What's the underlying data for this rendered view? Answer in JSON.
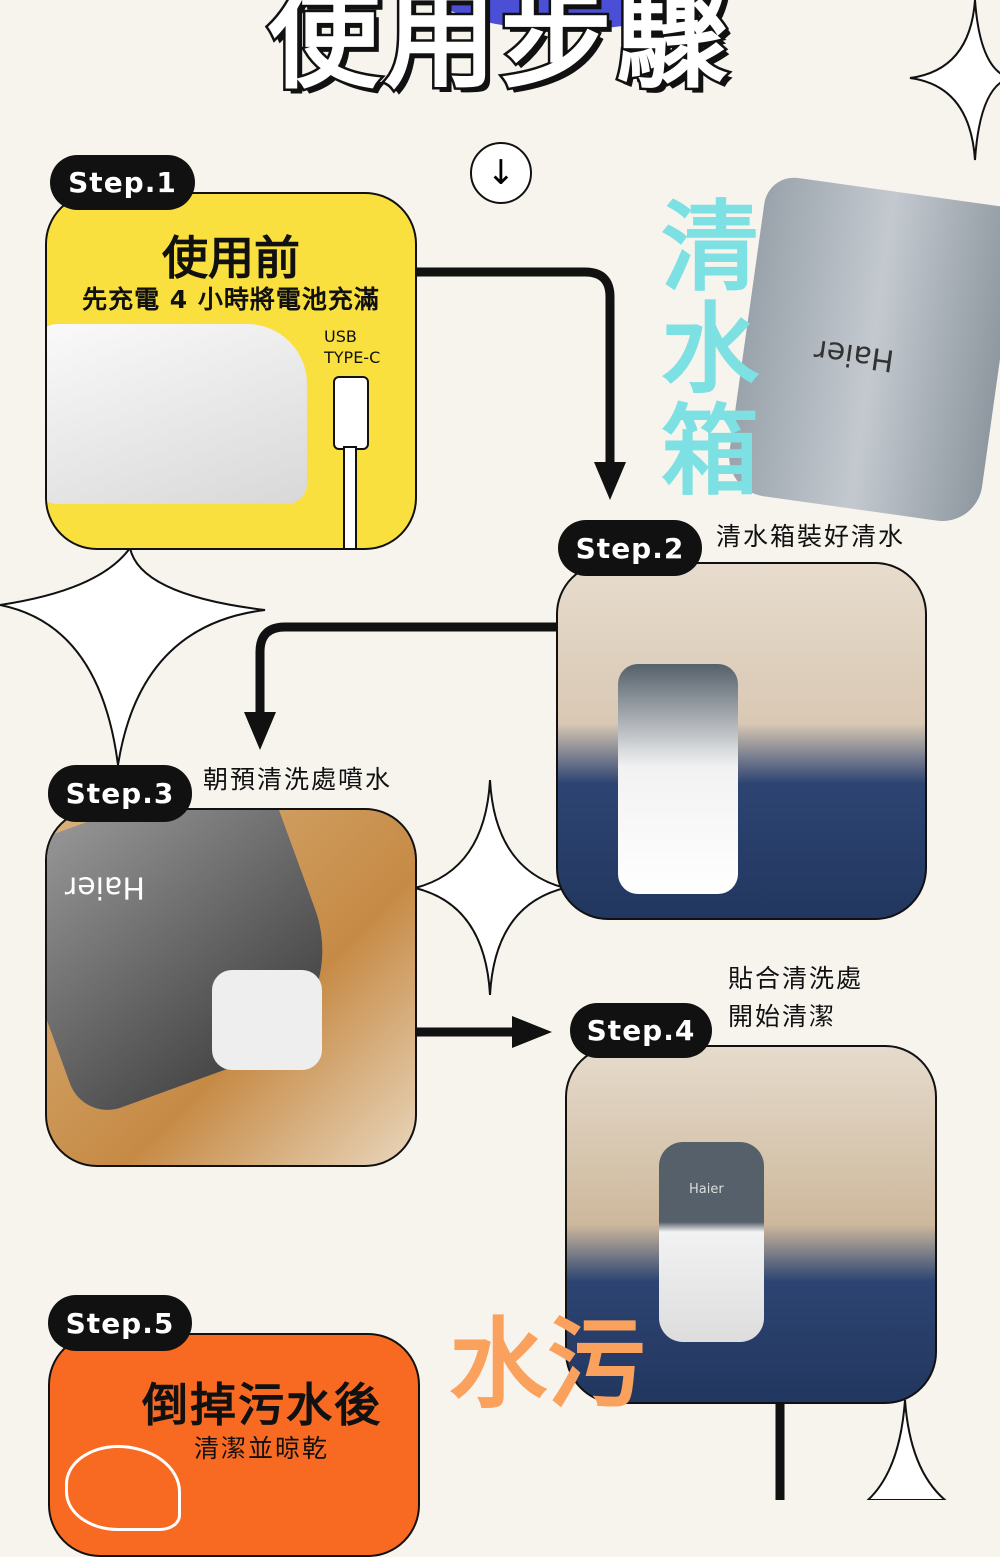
{
  "header": {
    "title": "使用步驟"
  },
  "colors": {
    "background": "#f7f4ee",
    "title_blob": "#4a4fd6",
    "step1_card": "#f9e03f",
    "step5_card": "#f86a22",
    "tank_label": "#7de0e3",
    "dirty_label": "#fba15e"
  },
  "icons": {
    "scroll": "arrow-down-circle-icon",
    "decor": "sparkle-icon"
  },
  "steps": [
    {
      "label": "Step.1",
      "title": "使用前",
      "subtitle": "先充電 4 小時將電池充滿",
      "port_label_1": "USB",
      "port_label_2": "TYPE-C"
    },
    {
      "label": "Step.2",
      "caption": "清水箱裝好清水",
      "side_label": "清水箱",
      "brand": "Haier"
    },
    {
      "label": "Step.3",
      "caption": "朝預清洗處噴水",
      "brand": "Haier"
    },
    {
      "label": "Step.4",
      "caption_line1": "貼合清洗處",
      "caption_line2": "開始清潔",
      "brand": "Haier"
    },
    {
      "label": "Step.5",
      "title": "倒掉污水後",
      "subtitle": "清潔並晾乾",
      "side_label": "污水"
    }
  ]
}
